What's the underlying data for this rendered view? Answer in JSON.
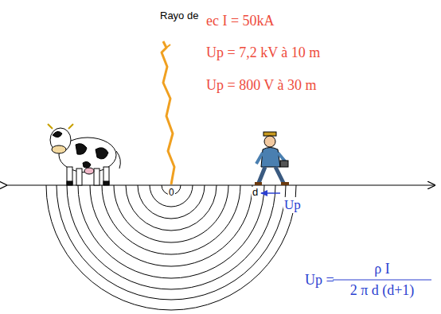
{
  "diagram": {
    "labels": [
      "Rayo de",
      "ec I = 50kA",
      "Up = 7,2 kV à 10 m",
      "Up = 800 V à 30 m",
      "0",
      "d",
      "Up",
      "Up =",
      "ρ I",
      "2 π d (d+1)"
    ]
  }
}
